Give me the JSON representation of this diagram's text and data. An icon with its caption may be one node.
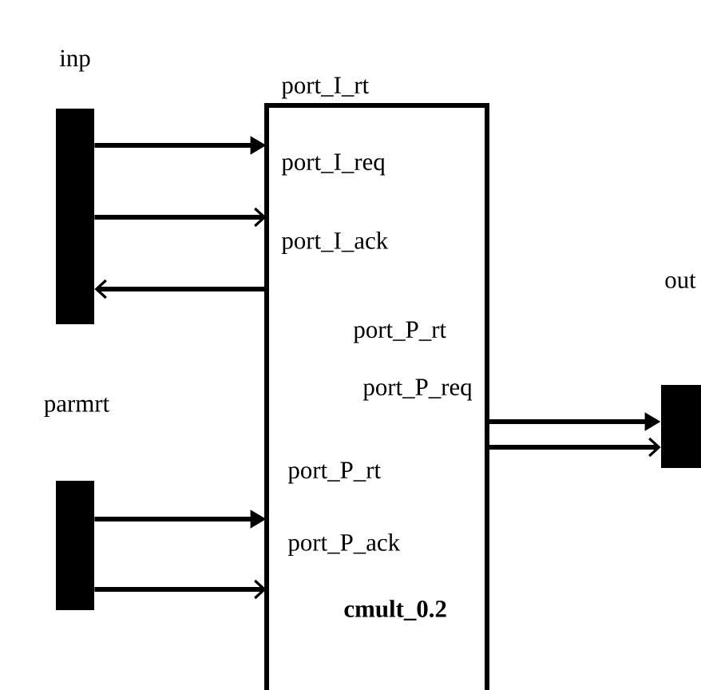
{
  "diagram": {
    "nodes": [
      {
        "text": [
          "inp"
        ]
      },
      {
        "text": [
          "port_I_rt",
          "port_I_req",
          "port_I_ack",
          "port_P_rt",
          "port_P_req",
          "port_P_rt",
          "port_P_ack",
          "cmult_0.2"
        ]
      },
      {
        "text": [
          "out"
        ]
      },
      {
        "text": [
          "parmrt"
        ]
      }
    ],
    "edges": [
      {
        "from": 0,
        "to": 1,
        "arrow": "to"
      },
      {
        "from": 0,
        "to": 1,
        "arrow": "to"
      },
      {
        "from": 1,
        "to": 0,
        "arrow": "to"
      },
      {
        "from": 1,
        "to": 2,
        "arrow": "to"
      },
      {
        "from": 1,
        "to": 2,
        "arrow": "to"
      },
      {
        "from": 3,
        "to": 1,
        "arrow": "to"
      },
      {
        "from": 3,
        "to": 1,
        "arrow": "to"
      }
    ]
  }
}
